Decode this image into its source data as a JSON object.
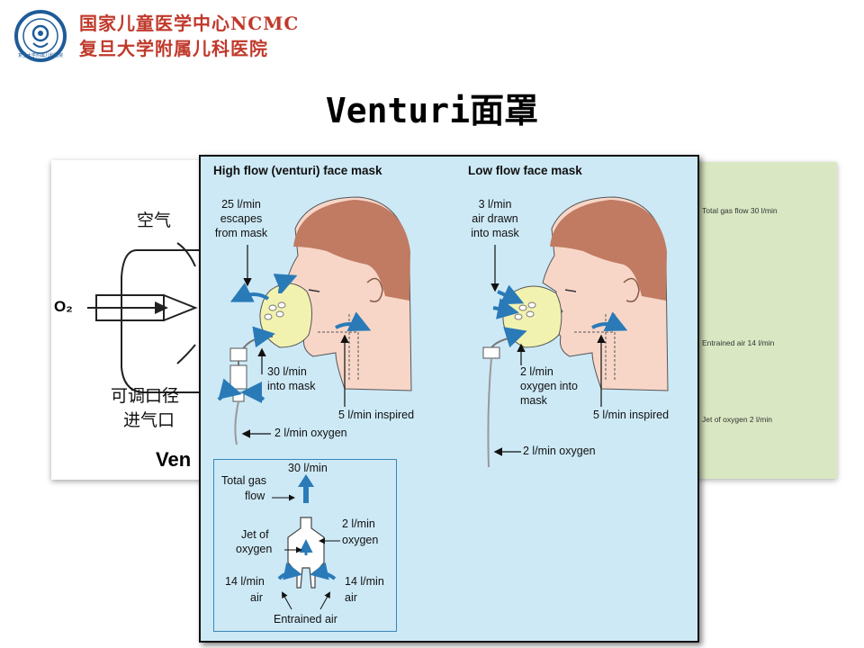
{
  "header": {
    "line1": "国家儿童医学中心NCMC",
    "line2": "复旦大学附属儿科医院",
    "logo_caption": "复旦大学附属儿科医院"
  },
  "slide": {
    "title": "Venturi面罩"
  },
  "left_figure": {
    "air_label": "空气",
    "o2_label": "O₂",
    "port_label_1": "可调口径",
    "port_label_2": "进气口",
    "caption": "Ven"
  },
  "right_figure": {
    "total_gas_flow": "Total gas flow 30 l/min",
    "entrained_air": "Entrained air 14 l/min",
    "jet_of_oxygen": "Jet of oxygen 2 l/min"
  },
  "figure": {
    "high_flow": {
      "title": "High flow (venturi) face mask",
      "escapes_1": "25 l/min",
      "escapes_2": "escapes",
      "escapes_3": "from mask",
      "into_mask_1": "30 l/min",
      "into_mask_2": "into mask",
      "inspired": "5 l/min inspired",
      "oxygen": "2 l/min oxygen"
    },
    "low_flow": {
      "title": "Low flow face mask",
      "air_1": "3 l/min",
      "air_2": "air drawn",
      "air_3": "into mask",
      "oxygen_into_1": "2 l/min",
      "oxygen_into_2": "oxygen into",
      "oxygen_into_3": "mask",
      "inspired": "5 l/min inspired",
      "oxygen": "2 l/min oxygen"
    },
    "inset": {
      "total_gas": "Total gas",
      "flow": "flow",
      "top_flow": "30 l/min",
      "jet_of": "Jet of",
      "oxygen": "oxygen",
      "o2_flow_1": "2 l/min",
      "o2_flow_2": "oxygen",
      "left_air_1": "14 l/min",
      "left_air_2": "air",
      "right_air_1": "14 l/min",
      "right_air_2": "air",
      "entrained": "Entrained air"
    }
  },
  "colors": {
    "header_red": "#c0392b",
    "figure_bg": "#cde9f6",
    "skin": "#f7d6c8",
    "hair": "#c07b62",
    "mask": "#f2f2b0",
    "arrow_blue": "#2a7ab8",
    "green_panel": "#d9e8c2"
  }
}
